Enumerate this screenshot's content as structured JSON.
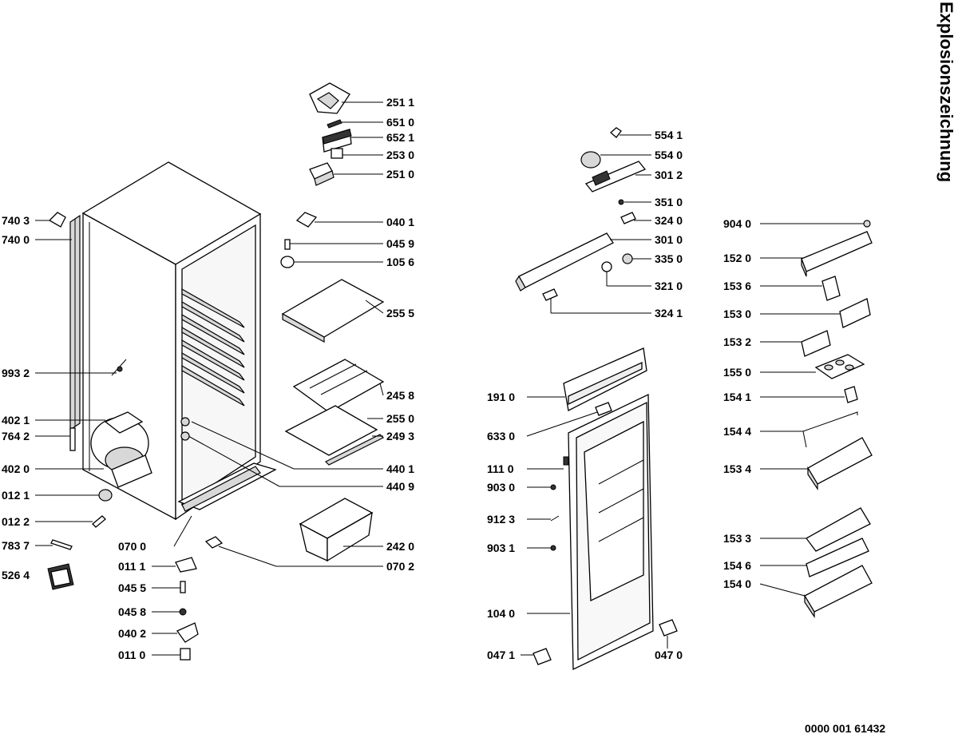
{
  "title": "Explosionszeichnung",
  "document_number": "0000 001 61432",
  "part_labels": {
    "p2511": "251 1",
    "p6510": "651 0",
    "p6521": "652 1",
    "p2530": "253 0",
    "p2510": "251 0",
    "p4011": "040 1",
    "p0459": "045 9",
    "p1056": "105 6",
    "p2555": "255 5",
    "p2458": "245 8",
    "p2550": "255 0",
    "p2493": "249 3",
    "p4401": "440 1",
    "p4409": "440 9",
    "p2420": "242 0",
    "p0702": "070 2",
    "p7403": "740 3",
    "p7400": "740 0",
    "p9932": "993 2",
    "p4021": "402 1",
    "p7642": "764 2",
    "p4020": "402 0",
    "p0121": "012 1",
    "p0122": "012 2",
    "p7837": "783 7",
    "p5264": "526 4",
    "p0700": "070 0",
    "p0111": "011 1",
    "p0455": "045 5",
    "p0458": "045 8",
    "p0402": "040 2",
    "p0110": "011 0",
    "p5541": "554 1",
    "p5540": "554 0",
    "p3012": "301 2",
    "p3510": "351 0",
    "p3240": "324 0",
    "p3010": "301 0",
    "p3350": "335 0",
    "p3210": "321 0",
    "p3241": "324 1",
    "p1910": "191 0",
    "p6330": "633 0",
    "p1110": "111 0",
    "p9030": "903 0",
    "p9123": "912 3",
    "p9031": "903 1",
    "p1040": "104 0",
    "p0471": "047 1",
    "p0470": "047 0",
    "p9040": "904 0",
    "p1520": "152 0",
    "p1536": "153 6",
    "p1530": "153 0",
    "p1532": "153 2",
    "p1550": "155 0",
    "p1541": "154 1",
    "p1544": "154 4",
    "p1534": "153 4",
    "p1533": "153 3",
    "p1546": "154 6",
    "p1540": "154 0"
  }
}
